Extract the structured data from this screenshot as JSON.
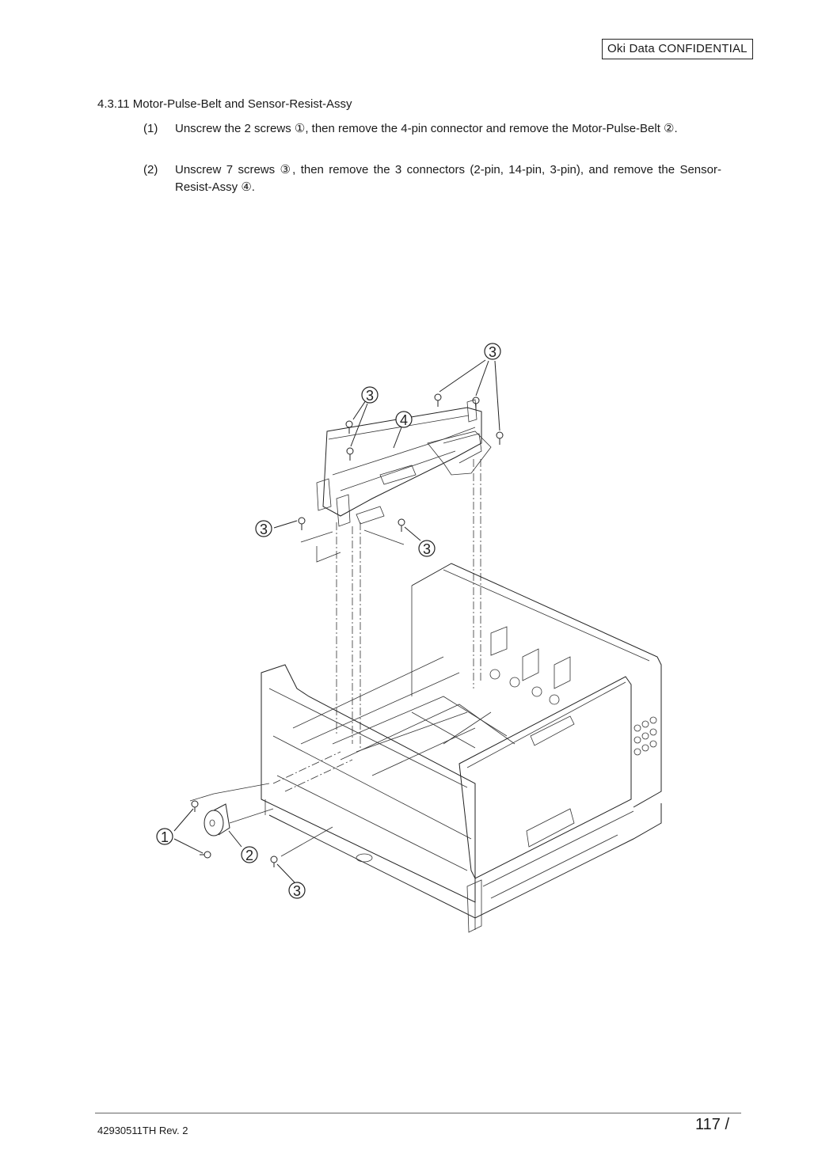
{
  "header": {
    "confidential": "Oki Data  CONFIDENTIAL"
  },
  "section": {
    "heading": "4.3.11 Motor-Pulse-Belt and Sensor-Resist-Assy"
  },
  "steps": [
    {
      "num": "(1)",
      "text": "Unscrew the 2 screws ①, then remove the 4-pin connector and remove the Motor-Pulse-Belt ②."
    },
    {
      "num": "(2)",
      "text": "Unscrew 7 screws ③, then remove the 3 connectors (2-pin, 14-pin, 3-pin), and remove the Sensor-Resist-Assy ④."
    }
  ],
  "figure": {
    "callouts": [
      "3",
      "3",
      "4",
      "3",
      "3",
      "1",
      "2",
      "3"
    ]
  },
  "footer": {
    "doc_number": "42930511TH  Rev. 2",
    "page": "117 /"
  }
}
